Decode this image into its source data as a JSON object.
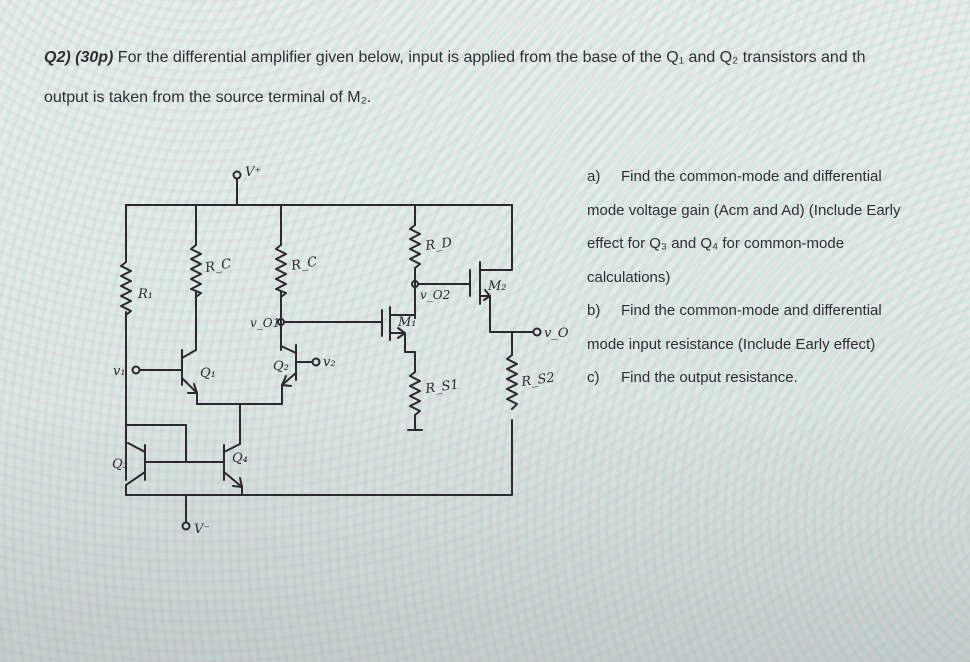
{
  "question": {
    "label": "Q2) (30p)",
    "line1": " For the differential amplifier given below, input is applied from the base of the Q₁ and Q₂ transistors and th",
    "line2": "output is taken from the source terminal of M₂."
  },
  "circuit": {
    "v_plus": "V⁺",
    "v_minus": "V⁻",
    "r1": "R₁",
    "rc_left": "R_C",
    "rc_right": "R_C",
    "rd": "R_D",
    "rs1": "R_S1",
    "rs2": "R_S2",
    "q1": "Q₁",
    "q2": "Q₂",
    "q3": "Q₃",
    "q4": "Q₄",
    "m1": "M₁",
    "m2": "M₂",
    "v1": "v₁",
    "v2": "v₂",
    "vo1": "v_O1",
    "vo2": "v_O2",
    "vo": "v_O"
  },
  "tasks": [
    {
      "marker": "a)",
      "lines": [
        "Find the common-mode and differential",
        "mode voltage gain (Acm and Ad) (Include Early",
        "effect for Q₃ and Q₄ for common-mode",
        "calculations)"
      ]
    },
    {
      "marker": "b)",
      "lines": [
        "Find the common-mode and differential",
        "mode input resistance (Include Early effect)"
      ]
    },
    {
      "marker": "c)",
      "lines": [
        "Find the output resistance."
      ]
    }
  ]
}
